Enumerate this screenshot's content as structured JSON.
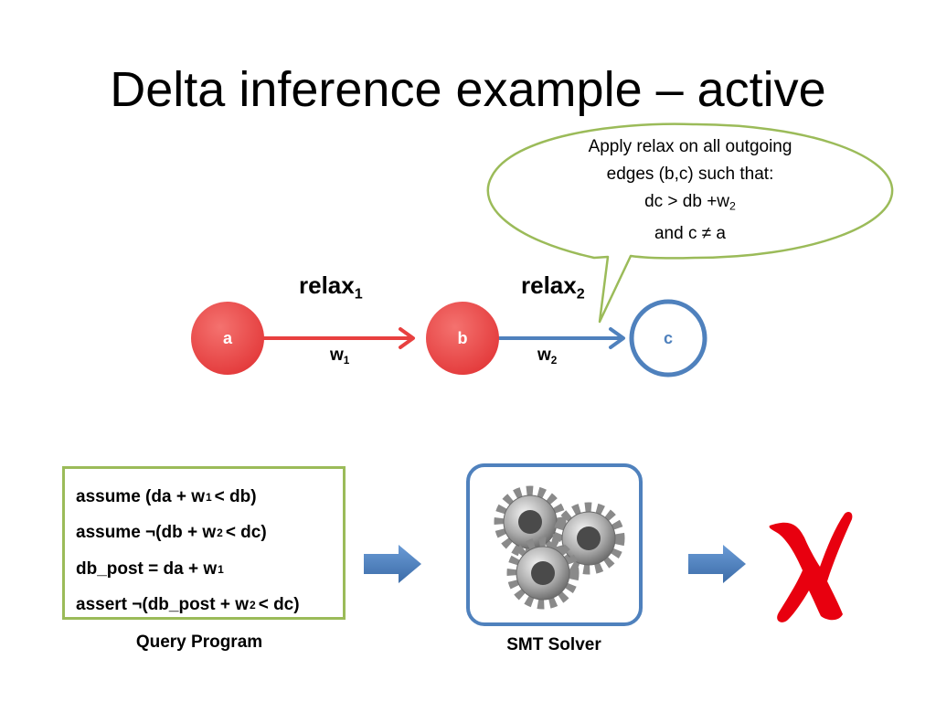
{
  "slide": {
    "title": "Delta inference example – active"
  },
  "callout": {
    "line1": "Apply relax on all outgoing",
    "line2": "edges (b,c) such that:",
    "line3_prefix": "dc > db +w",
    "line3_sub": "2",
    "line4": "and c ≠ a"
  },
  "graph": {
    "nodes": [
      {
        "id": "a",
        "label": "a",
        "color": "#e8403f",
        "filled": true
      },
      {
        "id": "b",
        "label": "b",
        "color": "#e8403f",
        "filled": true
      },
      {
        "id": "c",
        "label": "c",
        "color": "#4f81bd",
        "filled": false
      }
    ],
    "edges": [
      {
        "relax_base": "relax",
        "relax_sub": "1",
        "weight_base": "w",
        "weight_sub": "1",
        "color": "#e8403f"
      },
      {
        "relax_base": "relax",
        "relax_sub": "2",
        "weight_base": "w",
        "weight_sub": "2",
        "color": "#4f81bd"
      }
    ]
  },
  "query_program": {
    "lines": [
      {
        "pre": "assume (da + w",
        "sub": "1",
        "post": "< db)"
      },
      {
        "pre": "assume ¬(db + w",
        "sub": "2",
        "post": "< dc)"
      },
      {
        "pre": "db_post = da + w",
        "sub": "1",
        "post": ""
      },
      {
        "pre": "assert ¬(db_post + w",
        "sub": "2",
        "post": "< dc)"
      }
    ],
    "caption": "Query Program",
    "border_color": "#9bbb59"
  },
  "smt_solver": {
    "caption": "SMT Solver",
    "border_color": "#4f81bd"
  },
  "result": {
    "icon": "red-x-icon",
    "color": "#e8000f"
  },
  "colors": {
    "red": "#e8403f",
    "blue": "#4f81bd",
    "green": "#9bbb59"
  }
}
